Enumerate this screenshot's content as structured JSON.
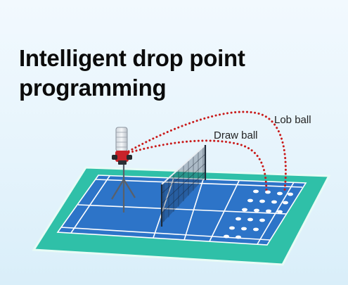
{
  "heading": {
    "line1": "Intelligent drop point",
    "line2": "programming"
  },
  "trajectories": {
    "lob_label": "Lob ball",
    "draw_label": "Draw ball"
  },
  "colors": {
    "court_outer": "#2fc0a8",
    "court_inner": "#2d74c8",
    "trajectory": "#c91a1a",
    "machine_accent": "#c8232a"
  }
}
